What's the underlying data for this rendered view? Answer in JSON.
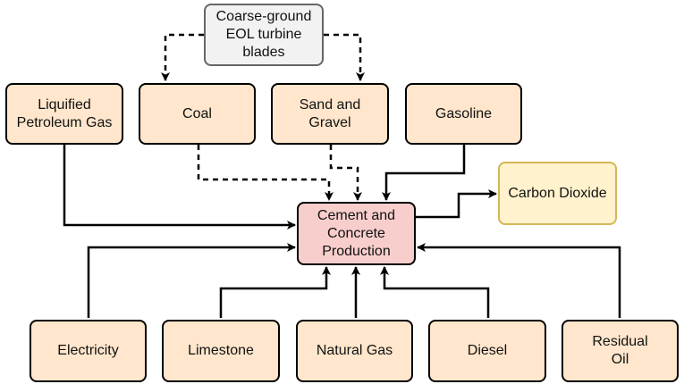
{
  "colors": {
    "input_fill": "#ffe6cc",
    "hub_fill": "#f8cecc",
    "output_fill": "#fff2cc",
    "output_border": "#d6b656",
    "source_fill": "#f2f2f2",
    "source_border": "#666666"
  },
  "nodes": {
    "eol_blades": "Coarse-ground\nEOL turbine\nblades",
    "lpg": "Liquified\nPetroleum Gas",
    "coal": "Coal",
    "sand_gravel": "Sand and\nGravel",
    "gasoline": "Gasoline",
    "cement": "Cement and\nConcrete\nProduction",
    "co2": "Carbon Dioxide",
    "electricity": "Electricity",
    "limestone": "Limestone",
    "natural_gas": "Natural Gas",
    "diesel": "Diesel",
    "residual_oil": "Residual\nOil"
  }
}
